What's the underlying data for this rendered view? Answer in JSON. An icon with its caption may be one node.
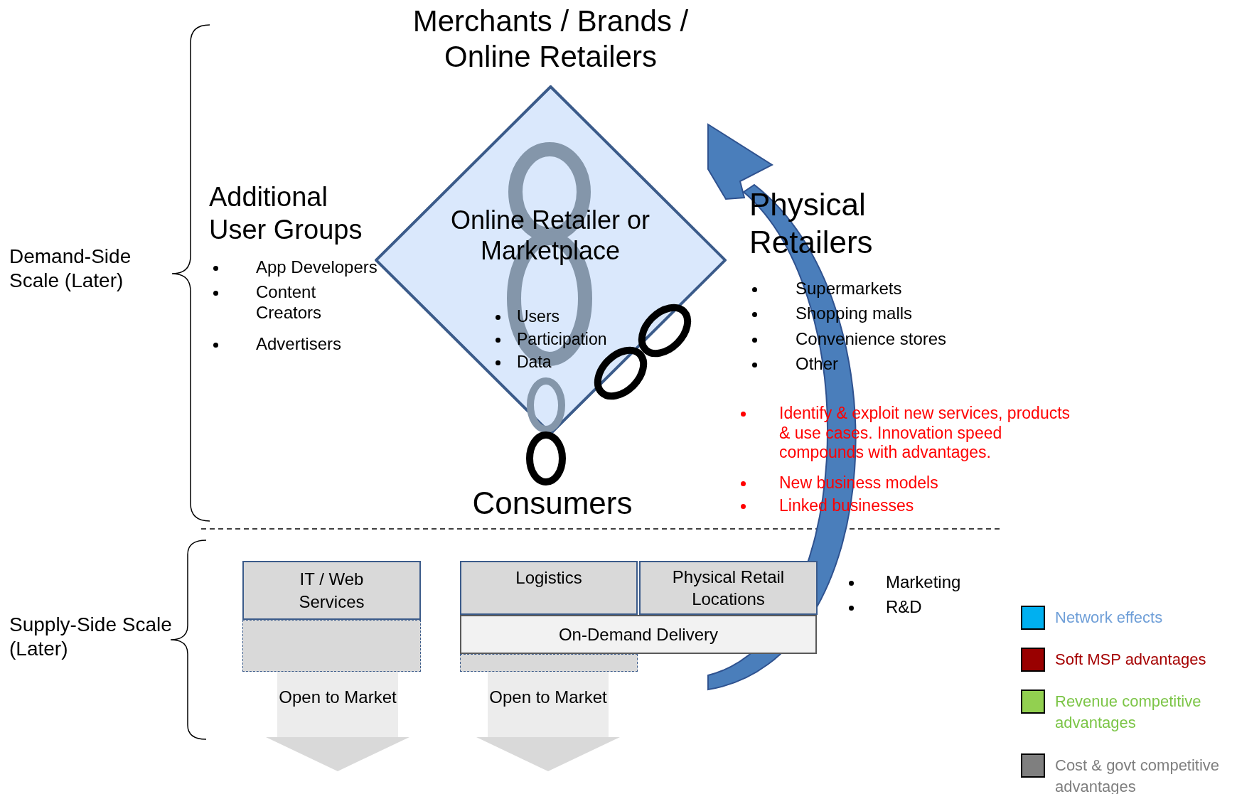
{
  "diagram": {
    "nodes": [
      {
        "text": [
          "Online Retailer or Marketplace",
          "Users",
          "Participation",
          "Data"
        ],
        "beside": [
          "Merchants / Brands / Online Retailers",
          "Consumers"
        ]
      },
      {
        "text": [
          "IT / Web Services"
        ]
      },
      {
        "text": [
          "Logistics"
        ]
      },
      {
        "text": [
          "Physical Retail Locations"
        ]
      },
      {
        "text": [
          "On-Demand Delivery"
        ]
      },
      {
        "text": [
          "Open to Market"
        ]
      },
      {
        "text": [
          "Open to Market"
        ]
      },
      {
        "text": [],
        "shape": "box"
      },
      {
        "text": [],
        "shape": "box"
      }
    ],
    "edges": [
      {
        "from": 3,
        "to": 0,
        "arrow": "to"
      }
    ],
    "labels": [
      "Additional User Groups",
      "App Developers",
      "Content Creators",
      "Advertisers",
      "Demand-Side Scale (Later)",
      "Physical Retailers",
      "Supermarkets",
      "Shopping malls",
      "Convenience stores",
      "Other",
      "Identify & exploit new services, products & use cases. Innovation speed compounds with advantages.",
      "New business models",
      "Linked businesses",
      "Supply-Side Scale (Later)",
      "Marketing",
      "R&D"
    ],
    "legend": [
      {
        "text": "Network effects",
        "color": "#00b0f0"
      },
      {
        "text": "Soft MSP advantages",
        "color": "#990000"
      },
      {
        "text": "Revenue competitive advantages",
        "color": "#92d050"
      },
      {
        "text": "Cost & govt competitive advantages",
        "color": "#7f7f7f"
      }
    ]
  }
}
